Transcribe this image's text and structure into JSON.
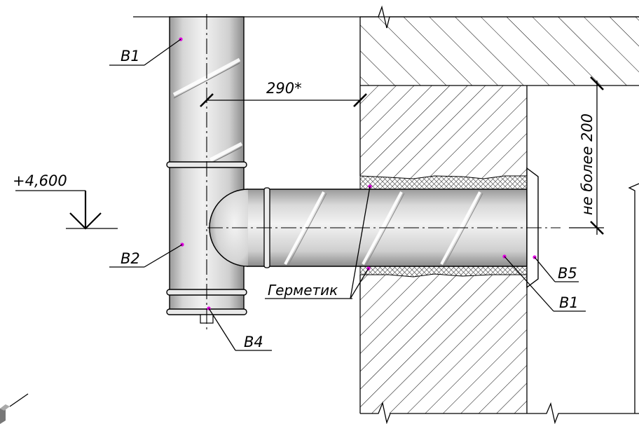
{
  "labels": {
    "b1_top": "B1",
    "b2": "B2",
    "b4": "B4",
    "b5": "B5",
    "b1_right": "B1",
    "sealant": "Герметик",
    "dimension_290": "290*",
    "elevation": "+4,600",
    "max_200": "не более 200"
  },
  "colors": {
    "marker": "#e000e0",
    "line": "#000000",
    "pipe_fill": "#e6e6e6"
  }
}
